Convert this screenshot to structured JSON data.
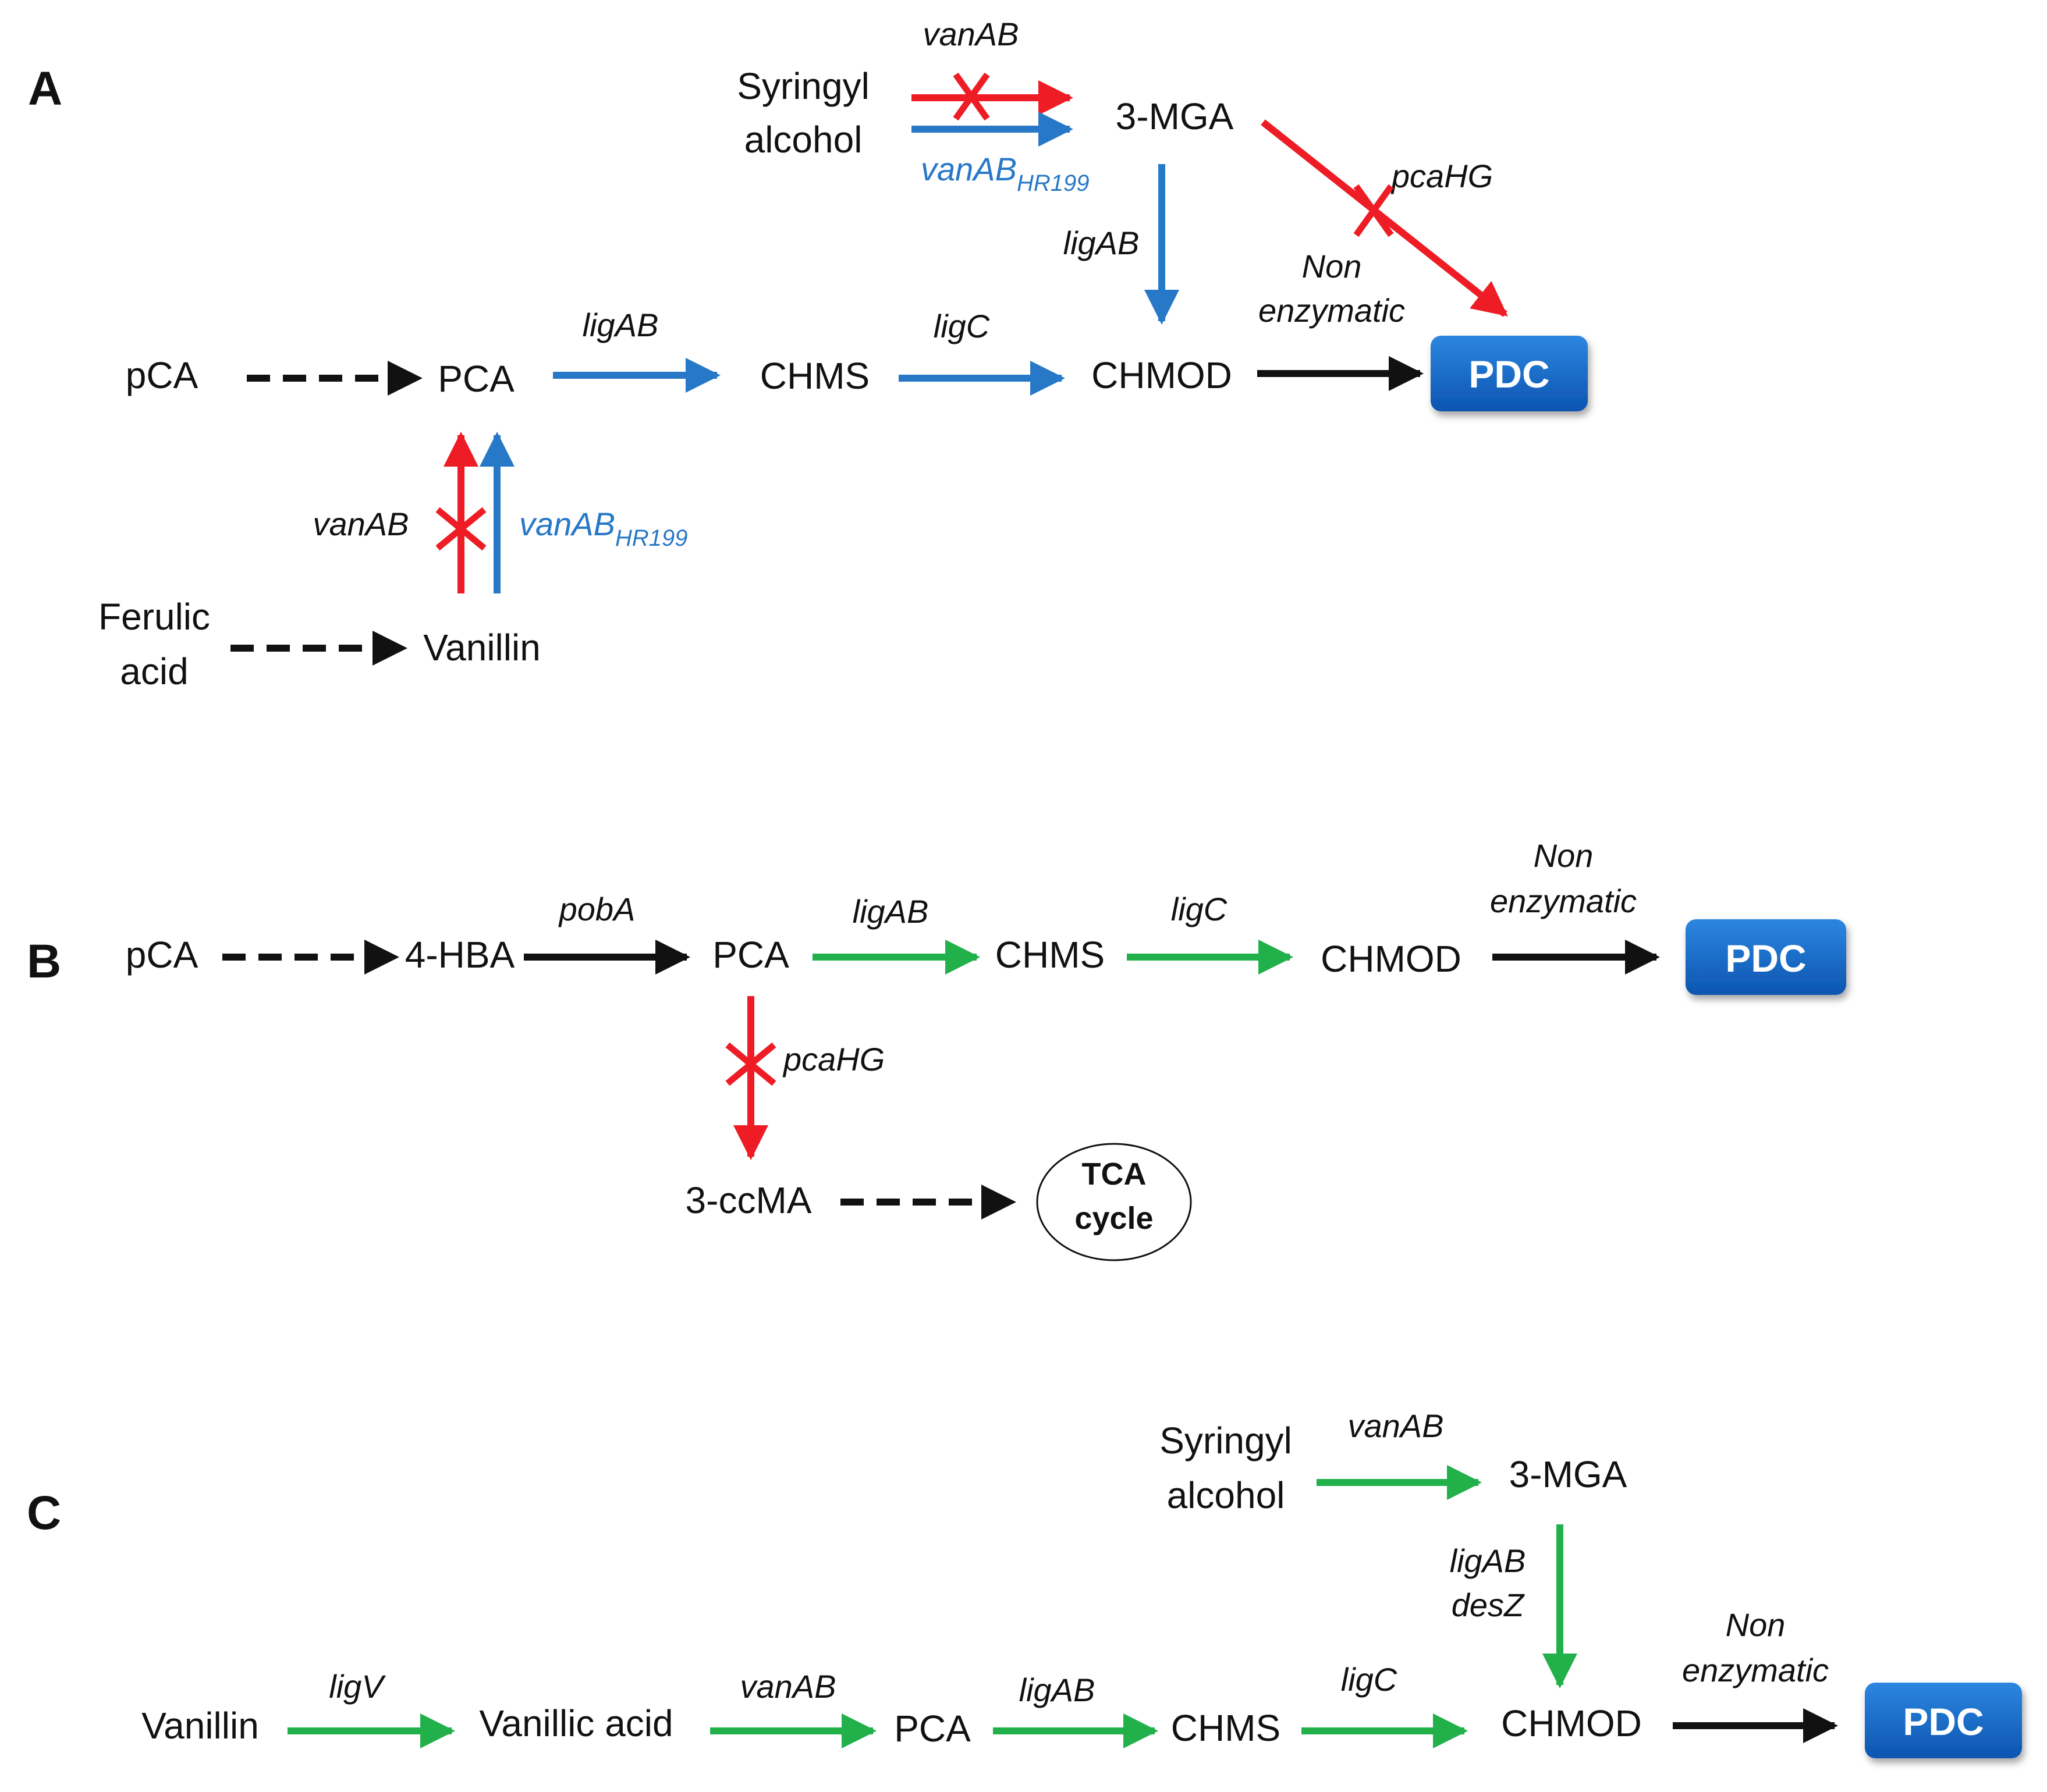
{
  "colors": {
    "black": "#111111",
    "blue": "#2878C8",
    "red": "#EE1C25",
    "green": "#22B04B",
    "pdc_fill": "#1468C8"
  },
  "panels": {
    "A": {
      "label": "A",
      "compounds": {
        "syringyl_line1": "Syringyl",
        "syringyl_line2": "alcohol",
        "mga": "3-MGA",
        "pca_c": "pCA",
        "pca": "PCA",
        "chms": "CHMS",
        "chmod": "CHMOD",
        "ferulic_line1": "Ferulic",
        "ferulic_line2": "acid",
        "vanillin": "Vanillin",
        "pdc": "PDC"
      },
      "enzymes": {
        "vanab_top": "vanAB",
        "vanab_hr199_top": "vanAB",
        "hr199_sub_top": "HR199",
        "pcahg": "pcaHG",
        "ligab_vertical": "ligAB",
        "non_line1": "Non",
        "non_line2": "enzymatic",
        "ligab": "ligAB",
        "ligc": "ligC",
        "vanab_left": "vanAB",
        "vanab_hr199_right": "vanAB",
        "hr199_sub_right": "HR199"
      }
    },
    "B": {
      "label": "B",
      "compounds": {
        "pca_c": "pCA",
        "hba": "4-HBA",
        "pca": "PCA",
        "chms": "CHMS",
        "chmod": "CHMOD",
        "ccma": "3-ccMA",
        "tca_line1": "TCA",
        "tca_line2": "cycle",
        "pdc": "PDC"
      },
      "enzymes": {
        "poba": "pobA",
        "ligab": "ligAB",
        "ligc": "ligC",
        "non_line1": "Non",
        "non_line2": "enzymatic",
        "pcahg": "pcaHG"
      }
    },
    "C": {
      "label": "C",
      "compounds": {
        "syringyl_line1": "Syringyl",
        "syringyl_line2": "alcohol",
        "mga": "3-MGA",
        "vanillin": "Vanillin",
        "vanillic": "Vanillic acid",
        "pca": "PCA",
        "chms": "CHMS",
        "chmod": "CHMOD",
        "pdc": "PDC"
      },
      "enzymes": {
        "vanab_top": "vanAB",
        "ligab_line1": "ligAB",
        "desz_line2": "desZ",
        "non_line1": "Non",
        "non_line2": "enzymatic",
        "ligv": "ligV",
        "vanab": "vanAB",
        "ligab": "ligAB",
        "ligc": "ligC"
      }
    }
  }
}
